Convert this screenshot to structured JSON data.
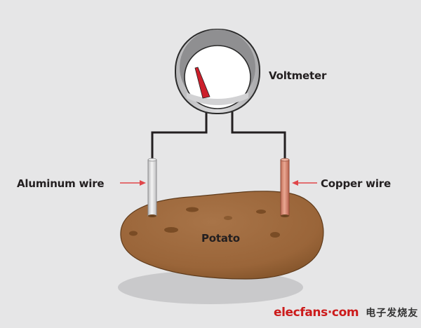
{
  "labels": {
    "voltmeter": "Voltmeter",
    "aluminum_wire": "Aluminum wire",
    "copper_wire": "Copper wire",
    "potato": "Potato"
  },
  "watermark": {
    "brand": "elecfans·com",
    "chinese": "电子发烧友"
  },
  "colors": {
    "background": "#e6e6e7",
    "potato": "#9e6a3f",
    "copper": "#d58975",
    "aluminum": "#dcdcdc",
    "needle": "#cc1f2b",
    "arrow": "#e0464a",
    "wire": "#231f20"
  }
}
